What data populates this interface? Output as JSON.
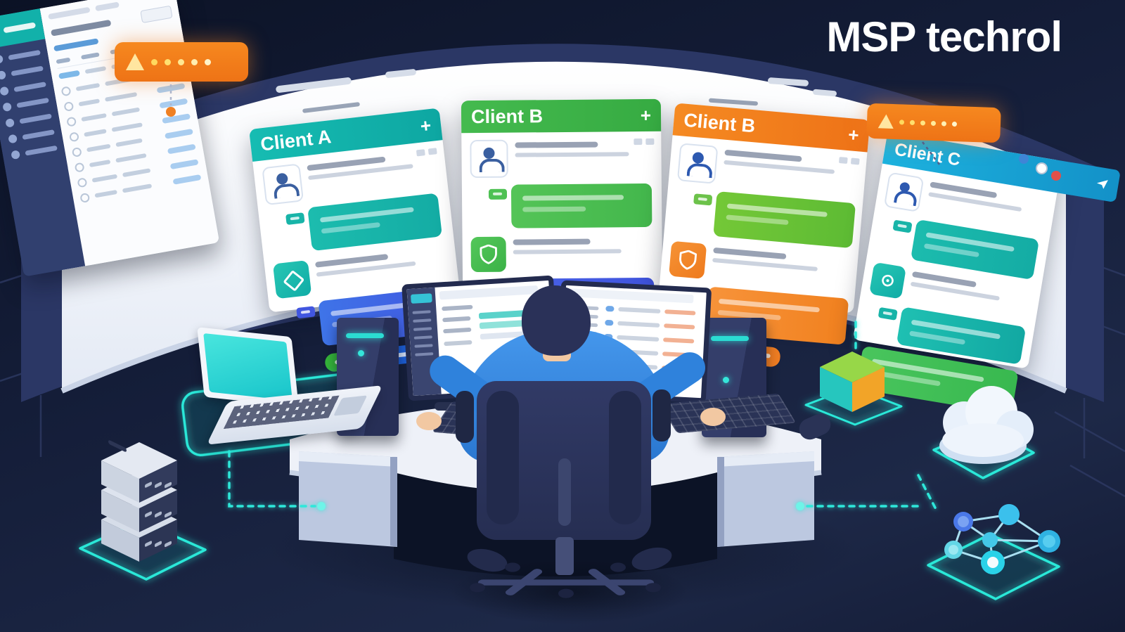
{
  "title": "MSP techrol",
  "wall": {
    "panels": [
      {
        "id": "sidebar-screen",
        "menu_item_count": 7,
        "table_row_count": 9
      },
      {
        "id": "client-a",
        "label": "Client A",
        "add_label": "+"
      },
      {
        "id": "client-b-1",
        "label": "Client B",
        "add_label": "+"
      },
      {
        "id": "client-b-2",
        "label": "Client B",
        "add_label": "+"
      },
      {
        "id": "client-c",
        "label": "Client C"
      }
    ]
  },
  "alerts": {
    "left": {
      "dot_count": 5
    },
    "right": {
      "dot_count": 6
    }
  },
  "scene": {
    "objects": [
      "server-stack",
      "laptop",
      "pc-tower",
      "pc-tower",
      "monitor",
      "monitor",
      "keyboard",
      "keyboard",
      "mouse",
      "office-chair",
      "technician",
      "cube",
      "cloud",
      "network-graph"
    ]
  },
  "colors": {
    "teal": "#12b1aa",
    "green": "#3eb44a",
    "orange": "#f0791f",
    "blue": "#189fd2",
    "indigo": "#4156e0",
    "btn-blue": "#1d5fd6",
    "bubble-teal": "#18b4a8",
    "bubble-green": "#4ec153",
    "bubble-orange": "#f58d33",
    "glow": "#2be8d8",
    "alert-orange": "#f2821c"
  }
}
